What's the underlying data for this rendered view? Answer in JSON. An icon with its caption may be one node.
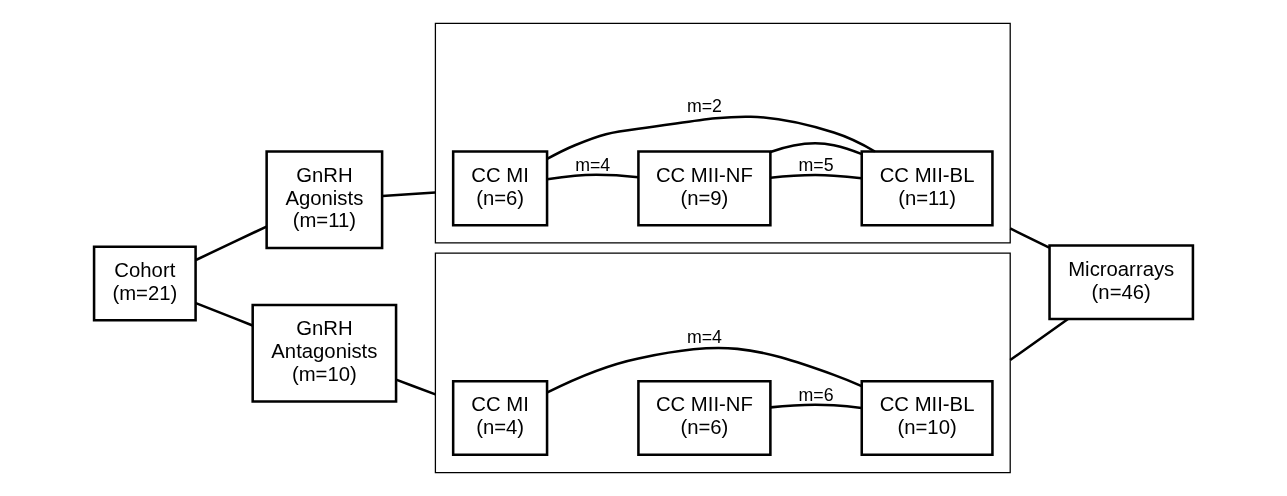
{
  "diagram": {
    "nodes": [
      {
        "text": [
          "Cohort",
          "(m=21)"
        ]
      },
      {
        "text": [
          "GnRH",
          "Agonists",
          "(m=11)"
        ]
      },
      {
        "text": [
          "GnRH",
          "Antagonists",
          "(m=10)"
        ]
      },
      {
        "text": [],
        "shape": "box"
      },
      {
        "text": [
          "CC MI",
          "(n=6)"
        ],
        "in": 3
      },
      {
        "text": [
          "CC MII-NF",
          "(n=9)"
        ],
        "in": 3
      },
      {
        "text": [
          "CC MII-BL",
          "(n=11)"
        ],
        "in": 3
      },
      {
        "text": [],
        "shape": "box"
      },
      {
        "text": [
          "CC MI",
          "(n=4)"
        ],
        "in": 7
      },
      {
        "text": [
          "CC MII-NF",
          "(n=6)"
        ],
        "in": 7
      },
      {
        "text": [
          "CC MII-BL",
          "(n=10)"
        ],
        "in": 7
      },
      {
        "text": [
          "Microarrays",
          "(n=46)"
        ]
      }
    ],
    "edges": [
      {
        "from": 0,
        "to": 1,
        "arrow": "none"
      },
      {
        "from": 0,
        "to": 2,
        "arrow": "none"
      },
      {
        "from": 1,
        "to": 3,
        "arrow": "none"
      },
      {
        "from": 2,
        "to": 7,
        "arrow": "none"
      },
      {
        "from": 4,
        "to": 6,
        "arrow": "none",
        "label": "m=2"
      },
      {
        "from": 5,
        "to": 6,
        "arrow": "none",
        "label": "m=5"
      },
      {
        "from": 4,
        "to": 5,
        "arrow": "none",
        "label": "m=4"
      },
      {
        "from": 5,
        "to": 6,
        "arrow": "none"
      },
      {
        "from": 8,
        "to": 10,
        "arrow": "none",
        "label": "m=4"
      },
      {
        "from": 9,
        "to": 10,
        "arrow": "none",
        "label": "m=6"
      },
      {
        "from": 3,
        "to": 11,
        "arrow": "none"
      },
      {
        "from": 7,
        "to": 11,
        "arrow": "none"
      }
    ]
  }
}
